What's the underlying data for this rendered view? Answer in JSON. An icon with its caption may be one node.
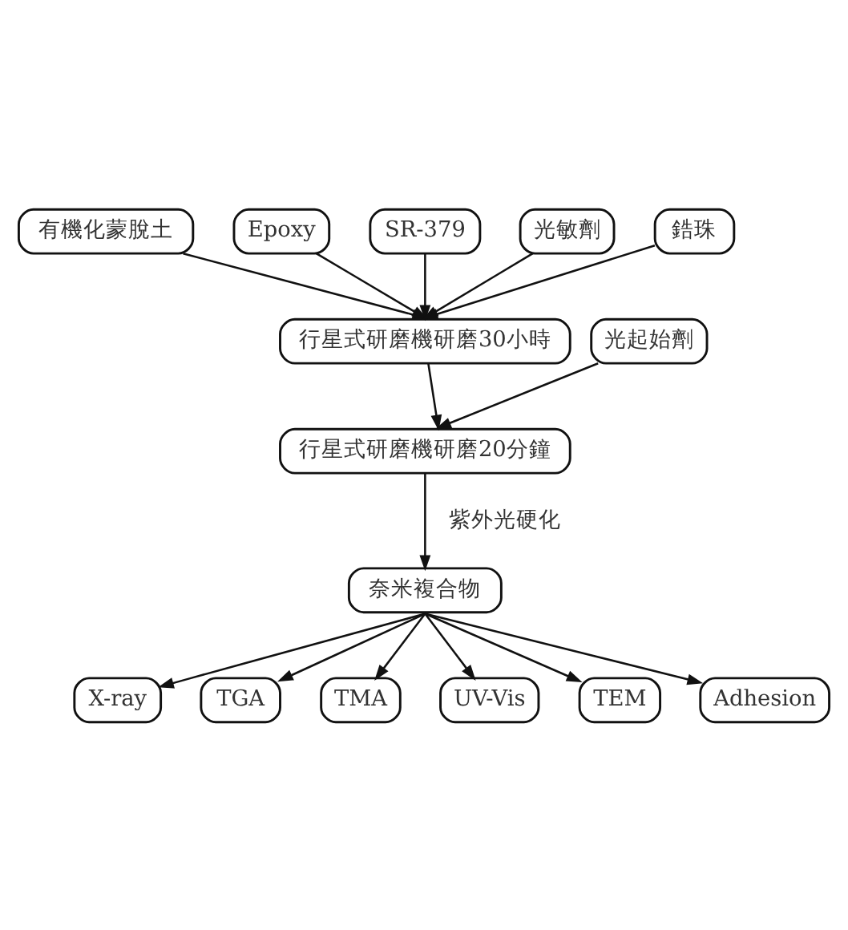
{
  "diagram": {
    "nodes": [
      {
        "text": [
          "有機化蒙脫土"
        ]
      },
      {
        "text": [
          "Epoxy"
        ]
      },
      {
        "text": [
          "SR-379"
        ]
      },
      {
        "text": [
          "光敏劑"
        ]
      },
      {
        "text": [
          "鋯珠"
        ]
      },
      {
        "text": [
          "行星式研磨機研磨30小時"
        ]
      },
      {
        "text": [
          "光起始劑"
        ]
      },
      {
        "text": [
          "行星式研磨機研磨20分鐘"
        ]
      },
      {
        "text": [
          "奈米複合物"
        ]
      },
      {
        "text": [
          "X-ray"
        ]
      },
      {
        "text": [
          "TGA"
        ]
      },
      {
        "text": [
          "TMA"
        ]
      },
      {
        "text": [
          "UV-Vis"
        ]
      },
      {
        "text": [
          "TEM"
        ]
      },
      {
        "text": [
          "Adhesion"
        ]
      }
    ],
    "edges": [
      {
        "from": 0,
        "to": 5,
        "arrow": "to"
      },
      {
        "from": 1,
        "to": 5,
        "arrow": "to"
      },
      {
        "from": 2,
        "to": 5,
        "arrow": "to"
      },
      {
        "from": 3,
        "to": 5,
        "arrow": "to"
      },
      {
        "from": 4,
        "to": 5,
        "arrow": "to"
      },
      {
        "from": 5,
        "to": 7,
        "arrow": "to"
      },
      {
        "from": 6,
        "to": 7,
        "arrow": "to"
      },
      {
        "from": 7,
        "to": 8,
        "label": "紫外光硬化",
        "arrow": "to"
      },
      {
        "from": 8,
        "to": 9,
        "arrow": "to"
      },
      {
        "from": 8,
        "to": 10,
        "arrow": "to"
      },
      {
        "from": 8,
        "to": 11,
        "arrow": "to"
      },
      {
        "from": 8,
        "to": 12,
        "arrow": "to"
      },
      {
        "from": 8,
        "to": 13,
        "arrow": "to"
      },
      {
        "from": 8,
        "to": 14,
        "arrow": "to"
      }
    ]
  }
}
